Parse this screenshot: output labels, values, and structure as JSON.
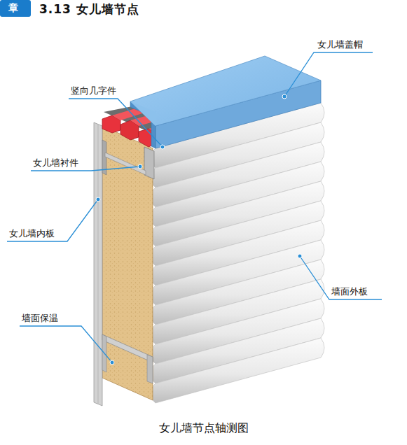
{
  "diagram": {
    "title": "3.13 女儿墙节点",
    "caption": "女儿墙节点轴测图",
    "labels": [
      "章",
      "女儿墙盖帽",
      "竖向几字件",
      "女儿墙衬件",
      "女儿墙内板",
      "墙面外板",
      "墙面保温"
    ]
  }
}
